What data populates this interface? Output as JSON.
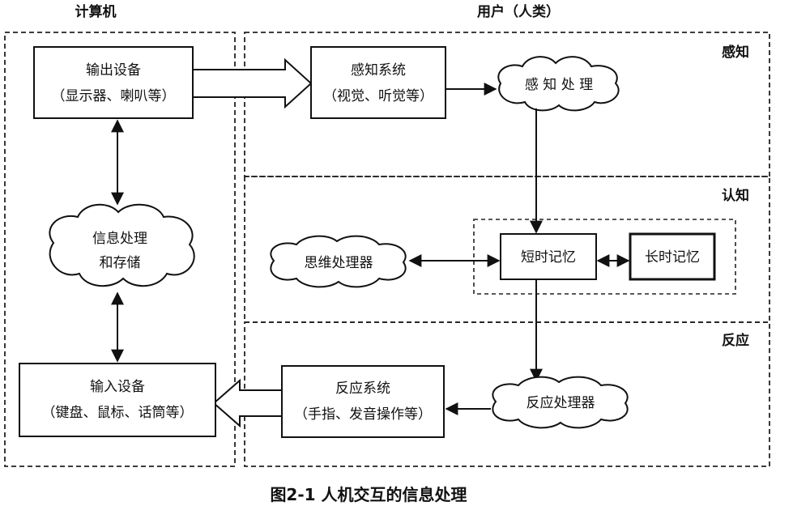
{
  "headers": {
    "computer": "计算机",
    "user": "用户（人类）"
  },
  "stages": {
    "perception": "感知",
    "cognition": "认知",
    "response": "反应"
  },
  "nodes": {
    "output_device": {
      "line1": "输出设备",
      "line2": "（显示器、喇叭等）"
    },
    "info_processing": {
      "line1": "信息处理",
      "line2": "和存储"
    },
    "input_device": {
      "line1": "输入设备",
      "line2": "（键盘、鼠标、话筒等）"
    },
    "perception_system": {
      "line1": "感知系统",
      "line2": "（视觉、听觉等）"
    },
    "perception_processing": {
      "label": "感 知 处 理"
    },
    "thinking_processor": {
      "label": "思维处理器"
    },
    "short_term_memory": {
      "label": "短时记忆"
    },
    "long_term_memory": {
      "label": "长时记忆"
    },
    "response_system": {
      "line1": "反应系统",
      "line2": "（手指、发音操作等）"
    },
    "response_processor": {
      "label": "反应处理器"
    }
  },
  "caption": "图2-1  人机交互的信息处理"
}
